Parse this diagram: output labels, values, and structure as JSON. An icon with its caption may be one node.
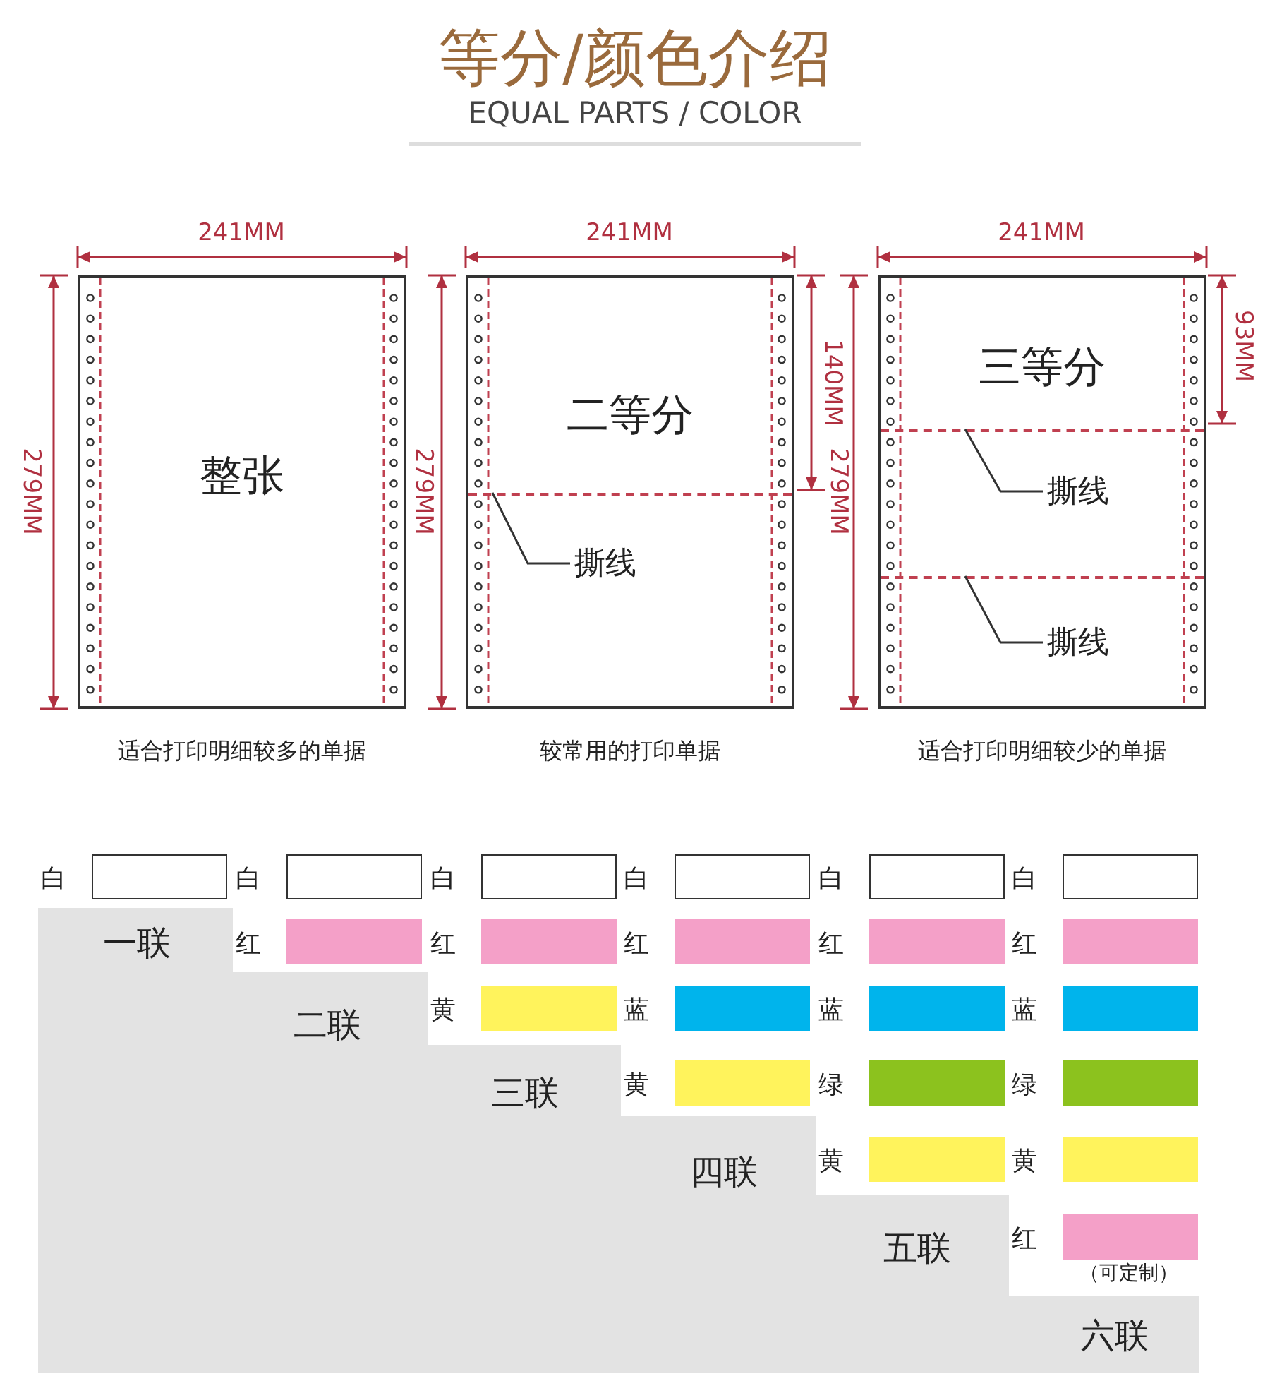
{
  "diagram": {
    "title": "等分/颜色介绍",
    "nodes": [
      {
        "text": [
          "整张"
        ],
        "beside": [
          "适合打印明细较多的单据"
        ]
      },
      {
        "text": [
          "二等分"
        ],
        "beside": [
          "较常用的打印单据"
        ]
      },
      {
        "text": [],
        "shape": "line",
        "in": 1
      },
      {
        "text": [
          "撕线"
        ],
        "in": 1
      },
      {
        "text": [
          "三等分"
        ],
        "beside": [
          "适合打印明细较少的单据"
        ]
      },
      {
        "text": [],
        "shape": "line",
        "in": 4
      },
      {
        "text": [],
        "shape": "line",
        "in": 4
      },
      {
        "text": [
          "撕线"
        ],
        "in": 4
      },
      {
        "text": [
          "撕线"
        ],
        "in": 4
      }
    ],
    "edges": [
      {
        "from": 3,
        "to": 2,
        "arrow": "none"
      },
      {
        "from": 7,
        "to": 5,
        "arrow": "none"
      },
      {
        "from": 8,
        "to": 6,
        "arrow": "none"
      }
    ],
    "labels": [
      "EQUAL PARTS / COLOR",
      "241MM",
      "279MM",
      "241MM",
      "279MM",
      "140MM",
      "241MM",
      "279MM",
      "93MM",
      "一联",
      "二联",
      "三联",
      "四联",
      "五联",
      "六联",
      "（可定制）"
    ],
    "legend": [
      {
        "text": "白",
        "color": "#ffffff"
      },
      {
        "text": "白",
        "color": "#ffffff"
      },
      {
        "text": "红",
        "color": "#f4a0c8"
      },
      {
        "text": "白",
        "color": "#ffffff"
      },
      {
        "text": "红",
        "color": "#f4a0c8"
      },
      {
        "text": "黄",
        "color": "#fff35c"
      },
      {
        "text": "白",
        "color": "#ffffff"
      },
      {
        "text": "红",
        "color": "#f4a0c8"
      },
      {
        "text": "蓝",
        "color": "#00b4ec"
      },
      {
        "text": "黄",
        "color": "#fff35c"
      },
      {
        "text": "白",
        "color": "#ffffff"
      },
      {
        "text": "红",
        "color": "#f4a0c8"
      },
      {
        "text": "蓝",
        "color": "#00b4ec"
      },
      {
        "text": "绿",
        "color": "#8cc21e"
      },
      {
        "text": "黄",
        "color": "#fff35c"
      },
      {
        "text": "白",
        "color": "#ffffff"
      },
      {
        "text": "红",
        "color": "#f4a0c8"
      },
      {
        "text": "蓝",
        "color": "#00b4ec"
      },
      {
        "text": "绿",
        "color": "#8cc21e"
      },
      {
        "text": "黄",
        "color": "#fff35c"
      },
      {
        "text": "红",
        "color": "#f4a0c8"
      }
    ]
  }
}
